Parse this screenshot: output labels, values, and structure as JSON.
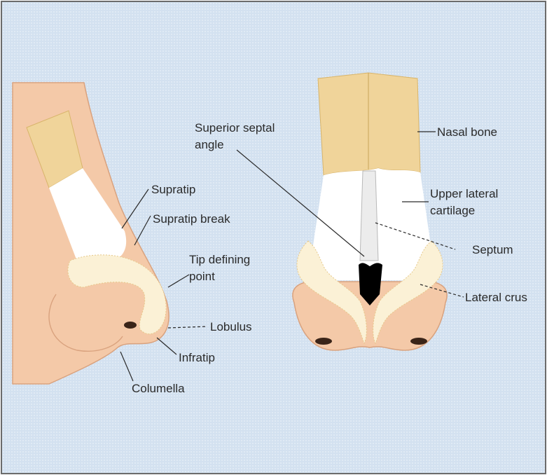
{
  "labels": {
    "superior_septal_angle_line1": "Superior septal",
    "superior_septal_angle_line2": "angle",
    "nasal_bone": "Nasal bone",
    "upper_lateral_cartilage_line1": "Upper lateral",
    "upper_lateral_cartilage_line2": "cartilage",
    "septum": "Septum",
    "lateral_crus": "Lateral crus",
    "supratip": "Supratip",
    "supratip_break": "Supratip break",
    "tip_defining_point_line1": "Tip defining",
    "tip_defining_point_line2": "point",
    "lobulus": "Lobulus",
    "infratip": "Infratip",
    "columella": "Columella"
  },
  "colors": {
    "background": "#d3e1f0",
    "skin": "#f4c9a8",
    "skin_outline": "#d9a27e",
    "bone": "#f0d49a",
    "cartilage": "#ffffff",
    "alar_cartilage": "#fbf1d6",
    "nostril": "#000000",
    "frame": "#6b6b6b"
  }
}
